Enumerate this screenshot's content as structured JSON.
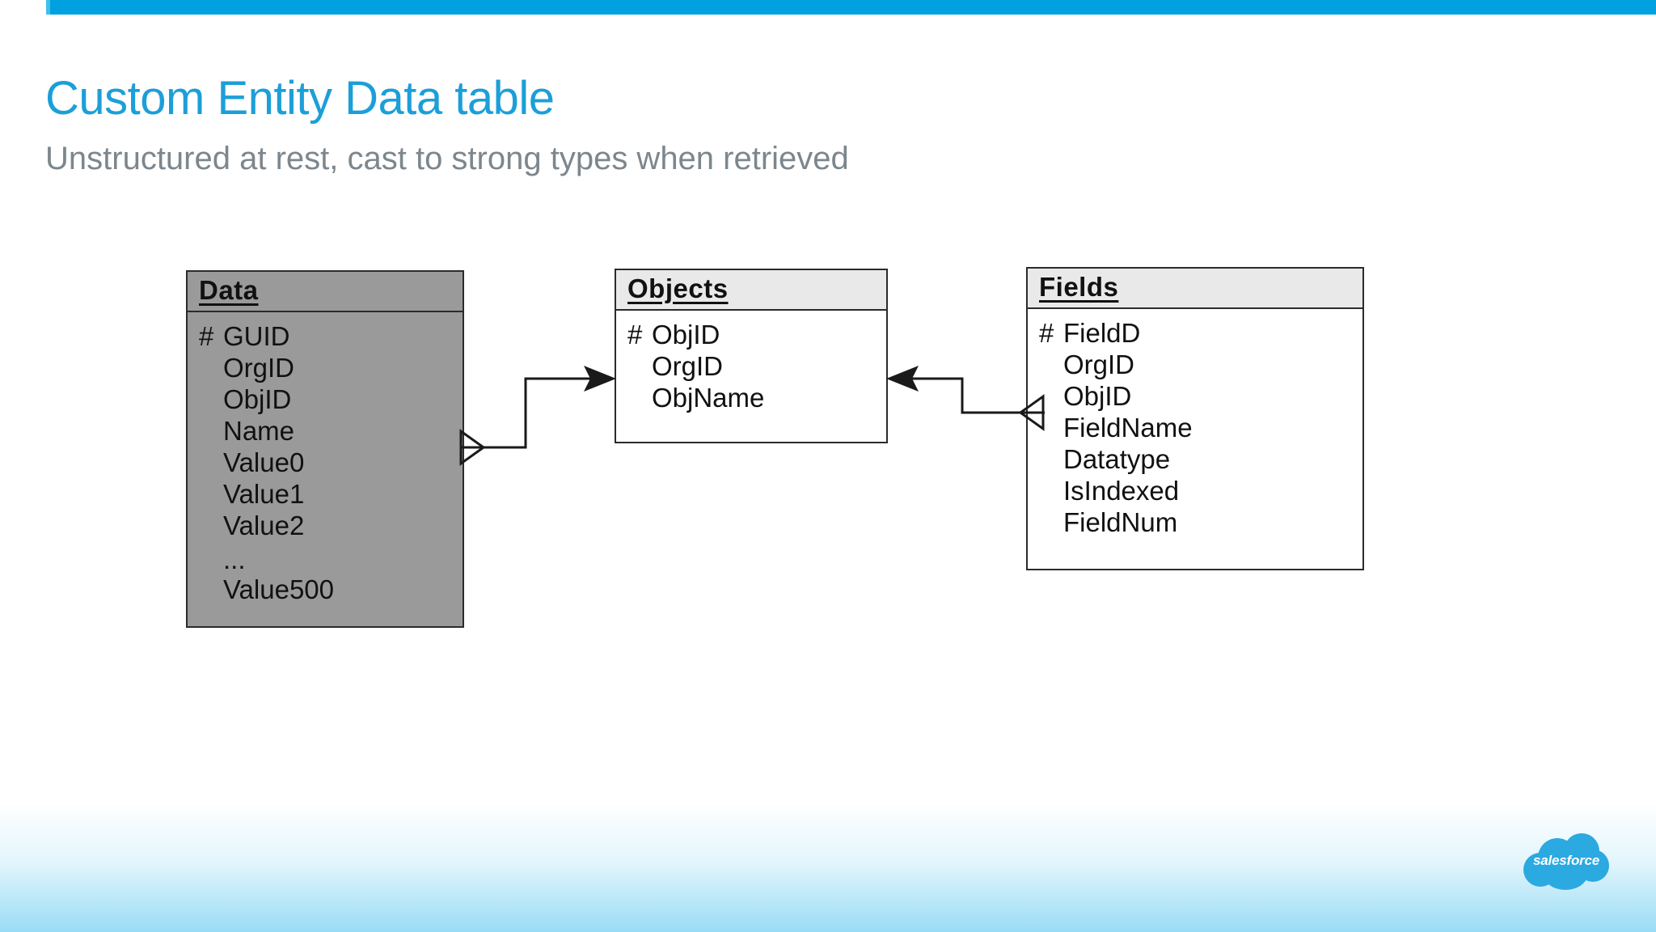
{
  "slide": {
    "title": "Custom Entity Data table",
    "subtitle": "Unstructured at rest, cast to strong types when retrieved",
    "accent_color": "#00A1E0",
    "title_color": "#1C9FD8",
    "subtitle_color": "#7C868D",
    "brand": "salesforce"
  },
  "diagram": {
    "type": "entity-relationship",
    "entities": [
      {
        "id": "data",
        "name": "Data",
        "fill": "#9a9a9a",
        "fields": [
          {
            "key": "#",
            "name": "GUID"
          },
          {
            "key": "",
            "name": "OrgID"
          },
          {
            "key": "",
            "name": "ObjID"
          },
          {
            "key": "",
            "name": "Name"
          },
          {
            "key": "",
            "name": "Value0"
          },
          {
            "key": "",
            "name": "Value1"
          },
          {
            "key": "",
            "name": "Value2"
          },
          {
            "key": "",
            "name": "..."
          },
          {
            "key": "",
            "name": "Value500"
          }
        ]
      },
      {
        "id": "objects",
        "name": "Objects",
        "fill": "#ffffff",
        "fields": [
          {
            "key": "#",
            "name": "ObjID"
          },
          {
            "key": "",
            "name": "OrgID"
          },
          {
            "key": "",
            "name": "ObjName"
          }
        ]
      },
      {
        "id": "fields",
        "name": "Fields",
        "fill": "#ffffff",
        "fields": [
          {
            "key": "#",
            "name": "FieldD"
          },
          {
            "key": "",
            "name": "OrgID"
          },
          {
            "key": "",
            "name": "ObjID"
          },
          {
            "key": "",
            "name": "FieldName"
          },
          {
            "key": "",
            "name": "Datatype"
          },
          {
            "key": "",
            "name": "IsIndexed"
          },
          {
            "key": "",
            "name": "FieldNum"
          }
        ]
      }
    ],
    "relationships": [
      {
        "from": "data",
        "to": "objects",
        "from_end": "crows-foot",
        "to_end": "arrow"
      },
      {
        "from": "fields",
        "to": "objects",
        "from_end": "crows-foot",
        "to_end": "arrow"
      }
    ]
  }
}
